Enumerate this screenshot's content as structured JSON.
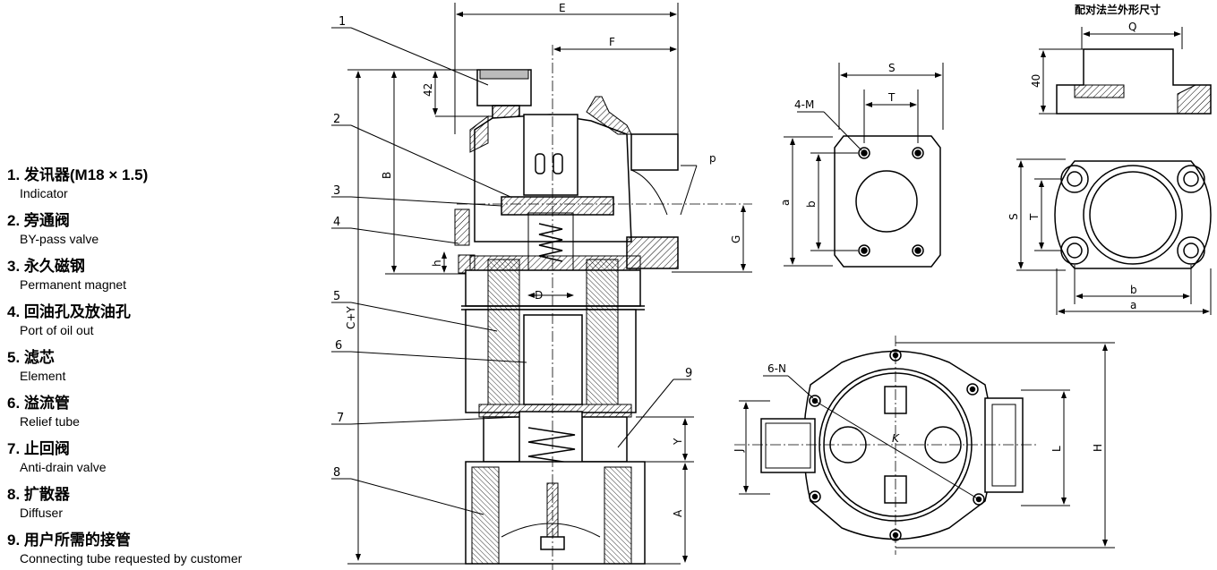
{
  "legend": [
    {
      "zh": "1. 发讯器(M18 × 1.5)",
      "en": "Indicator"
    },
    {
      "zh": "2. 旁通阀",
      "en": "BY-pass valve"
    },
    {
      "zh": "3. 永久磁钢",
      "en": "Permanent magnet"
    },
    {
      "zh": "4. 回油孔及放油孔",
      "en": "Port of oil out"
    },
    {
      "zh": "5. 滤芯",
      "en": "Element"
    },
    {
      "zh": "6. 溢流管",
      "en": "Relief tube"
    },
    {
      "zh": "7. 止回阀",
      "en": "Anti-drain valve"
    },
    {
      "zh": "8. 扩散器",
      "en": "Diffuser"
    },
    {
      "zh": "9. 用户所需的接管",
      "en": "Connecting tube requested by customer"
    }
  ],
  "callouts": [
    "1",
    "2",
    "3",
    "4",
    "5",
    "6",
    "7",
    "8",
    "9"
  ],
  "dims": {
    "E": "E",
    "F": "F",
    "d42": "42",
    "B": "B",
    "h": "h",
    "CY": "C+Y",
    "G": "G",
    "D": "D",
    "Y": "Y",
    "A": "A",
    "p": "p",
    "S": "S",
    "T": "T",
    "M4": "4-M",
    "a": "a",
    "b": "b",
    "flange_title": "配对法兰外形尺寸",
    "Q": "Q",
    "d40": "40",
    "S2": "S",
    "T2": "T",
    "b2": "b",
    "a2": "a",
    "N6": "6-N",
    "J": "J",
    "L": "L",
    "H": "H",
    "K": "K"
  }
}
